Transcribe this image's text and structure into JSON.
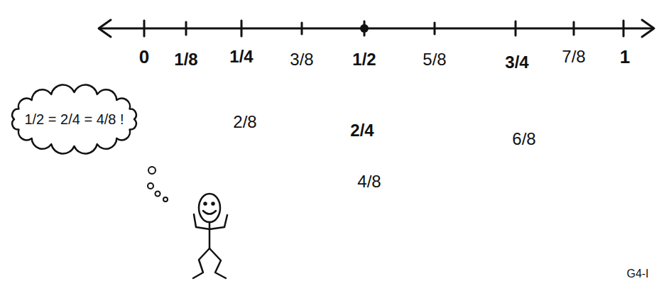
{
  "diagram": {
    "nodes": [
      {
        "text": [
          "1/2 = 2/4 = 4/8 !"
        ]
      }
    ],
    "labels": [
      "0",
      "1/8",
      "1/4",
      "3/8",
      "1/2",
      "5/8",
      "3/4",
      "7/8",
      "1",
      "2/8",
      "2/4",
      "4/8",
      "6/8",
      "G4-I"
    ]
  }
}
